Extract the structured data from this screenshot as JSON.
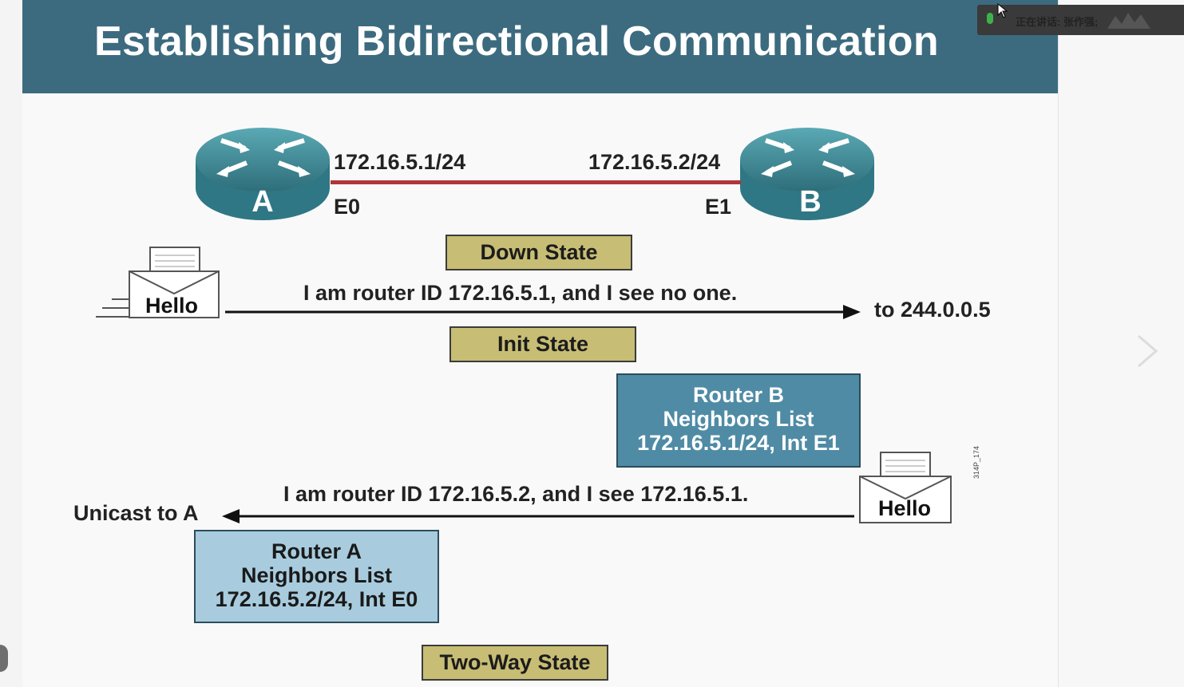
{
  "slide": {
    "title": "Establishing Bidirectional Communication",
    "colors": {
      "title_bar": "#3c6b7f",
      "link": "#b0353a",
      "state_box": "#c7bd74",
      "neighbor_b": "#4f8ba5",
      "neighbor_a": "#a8ccde"
    }
  },
  "meeting_overlay": {
    "speaker_text": "正在讲话: 张作强;",
    "icons": [
      "microphone-icon",
      "avatar"
    ]
  },
  "routers": {
    "a": {
      "label": "A",
      "ip": "172.16.5.1/24",
      "interface": "E0"
    },
    "b": {
      "label": "B",
      "ip": "172.16.5.2/24",
      "interface": "E1"
    }
  },
  "states": {
    "down": "Down State",
    "init": "Init State",
    "two_way": "Two-Way State"
  },
  "hello1": {
    "envelope_label": "Hello",
    "message": "I am router ID 172.16.5.1, and I see no one.",
    "destination": "to 244.0.0.5"
  },
  "router_b_neighbors": {
    "line1": "Router B",
    "line2": "Neighbors List",
    "line3": "172.16.5.1/24, Int E1"
  },
  "hello2": {
    "envelope_label": "Hello",
    "message": "I am router ID 172.16.5.2, and I see 172.16.5.1.",
    "destination": "Unicast to A"
  },
  "router_a_neighbors": {
    "line1": "Router A",
    "line2": "Neighbors List",
    "line3": "172.16.5.2/24, Int E0"
  },
  "figure_code": "314P_174"
}
